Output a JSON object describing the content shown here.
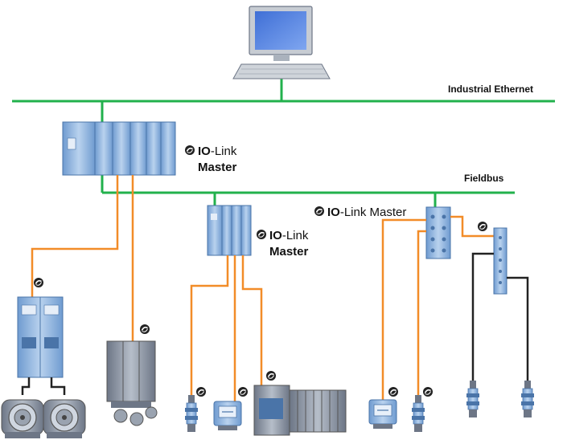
{
  "labels": {
    "industrial_ethernet": "Industrial Ethernet",
    "fieldbus": "Fieldbus",
    "io": "IO",
    "link": "-Link",
    "master": "Master",
    "io_link_master_inline_io": "IO",
    "io_link_master_inline_rest": "-Link Master"
  },
  "colors": {
    "ethernet_line": "#22b14c",
    "fieldbus_line": "#22b14c",
    "io_link_cable": "#f28c28",
    "sensor_cable": "#222222",
    "device_blue": "#8fb4dc",
    "device_blue_dark": "#4a74a8",
    "device_gray": "#9aa3b0"
  },
  "icons": [
    "computer-icon",
    "plc-icon",
    "io-link-logo-icon",
    "motor-icon",
    "sensor-icon",
    "valve-icon"
  ]
}
